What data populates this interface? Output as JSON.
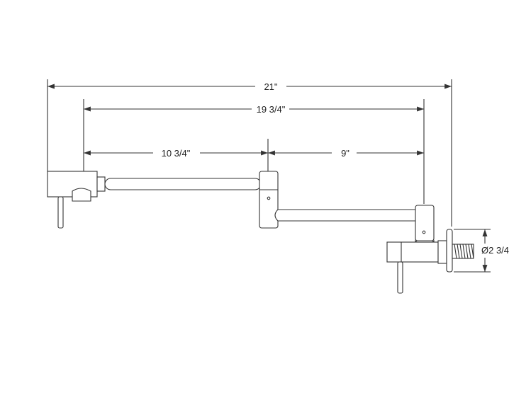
{
  "dimensions": {
    "overall": "21\"",
    "span_a": "19 3/4\"",
    "arm_one": "10 3/4\"",
    "arm_two": "9\"",
    "flange": "Ø2 3/4"
  },
  "colors": {
    "line": "#333333",
    "background": "#ffffff"
  }
}
